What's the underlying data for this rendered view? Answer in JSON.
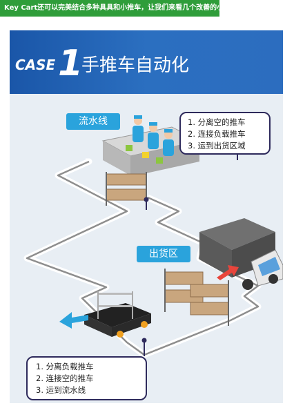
{
  "top_bar": {
    "text": "Key Cart还可以完美结合多种具具和小推车，让我们来看几个改善的小例子"
  },
  "banner": {
    "case_text": "CASE",
    "case_num": "1",
    "title": "手推车自动化"
  },
  "zones": {
    "production_line": "流水线",
    "shipping_area": "出货区"
  },
  "box_top": {
    "lines": [
      "1. 分离空的推车",
      "2. 连接负载推车",
      "3. 运到出货区域"
    ]
  },
  "box_bottom": {
    "lines": [
      "1. 分离负载推车",
      "2. 连接空的推车",
      "3. 运到流水线"
    ]
  },
  "colors": {
    "banner": "#1a56a8",
    "pill": "#2aa3dc",
    "path": "#8e8e8e",
    "arrow_blue": "#2aa3dc",
    "arrow_red": "#e8453c"
  }
}
